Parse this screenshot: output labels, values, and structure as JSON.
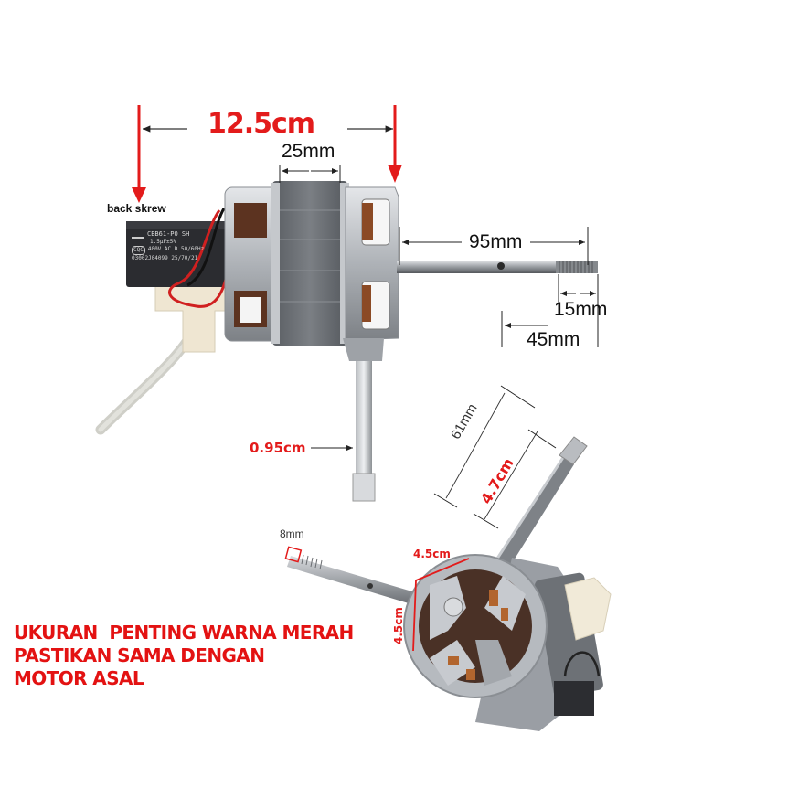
{
  "top_motor": {
    "overall_length": "12.5cm",
    "stator_width": "25mm",
    "back_screw_label": "back skrew",
    "front_shaft_length": "95mm",
    "thread_length": "15mm",
    "shaft_segment": "45mm",
    "bottom_shaft_diameter": "0.95cm"
  },
  "capacitor": {
    "model": "CBB61-PO SH",
    "capacitance": "1.5µF±5%",
    "rating": "400V.AC.D 50/60Hz",
    "code": "03002J04099  25/70/21",
    "cert": "CQC"
  },
  "bottom_motor": {
    "shaft_diameter": "8mm",
    "total_shaft_length": "61mm",
    "rear_shaft_length": "4.7cm",
    "bracket_width": "4.5cm",
    "bracket_height": "4.5cm"
  },
  "note": {
    "line1": "UKURAN  PENTING WARNA MERAH",
    "line2": "PASTIKAN SAMA DENGAN",
    "line3": "MOTOR ASAL"
  },
  "colors": {
    "accent_red": "#e31b1b",
    "dimension_line": "#222222",
    "metal": "#b8bcc2",
    "stator": "#6b6f74",
    "copper": "#9a4a22"
  }
}
